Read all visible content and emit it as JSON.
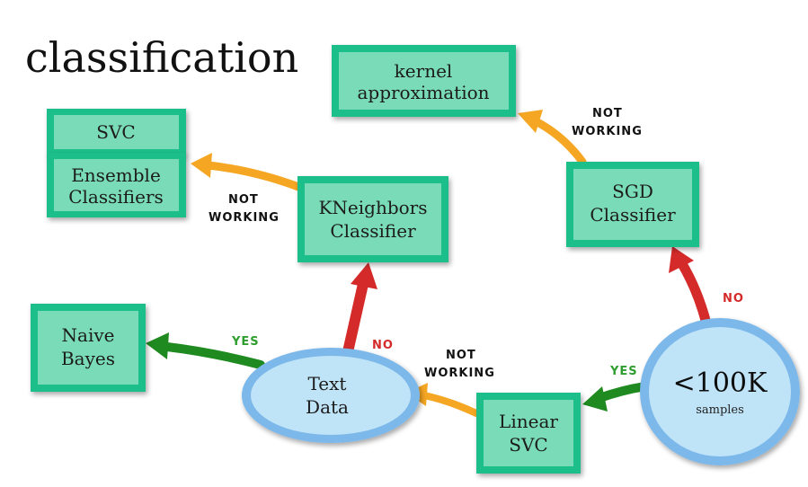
{
  "title": "classification",
  "colors": {
    "box_fill": "#79dbb8",
    "box_border": "#1fbf8a",
    "ellipse_fill": "#bfe3f7",
    "ellipse_border": "#7cb8ea",
    "arrow_yes": "#1f8a1f",
    "arrow_no": "#d42a2a",
    "arrow_not_working": "#f5a623",
    "label_yes": "#2e9e2e",
    "label_no": "#d42a2a",
    "label_not_working": "#111111"
  },
  "nodes": {
    "samples": {
      "line1": "<100K",
      "line2": "samples"
    },
    "linear_svc": {
      "line1": "Linear",
      "line2": "SVC"
    },
    "text_data": {
      "line1": "Text",
      "line2": "Data"
    },
    "naive_bayes": {
      "line1": "Naive",
      "line2": "Bayes"
    },
    "kneighbors": {
      "line1": "KNeighbors",
      "line2": "Classifier"
    },
    "svc": {
      "line1": "SVC"
    },
    "ensemble": {
      "line1": "Ensemble",
      "line2": "Classifiers"
    },
    "sgd": {
      "line1": "SGD",
      "line2": "Classifier"
    },
    "kernel": {
      "line1": "kernel",
      "line2": "approximation"
    }
  },
  "edges": {
    "samples_to_linear": {
      "label": "YES",
      "kind": "yes"
    },
    "samples_to_sgd": {
      "label": "NO",
      "kind": "no"
    },
    "linear_to_text": {
      "label1": "NOT",
      "label2": "WORKING",
      "kind": "not_working"
    },
    "text_to_naive": {
      "label": "YES",
      "kind": "yes"
    },
    "text_to_kneighbors": {
      "label": "NO",
      "kind": "no"
    },
    "kneighbors_to_ensemble": {
      "label1": "NOT",
      "label2": "WORKING",
      "kind": "not_working"
    },
    "sgd_to_kernel": {
      "label1": "NOT",
      "label2": "WORKING",
      "kind": "not_working"
    }
  }
}
